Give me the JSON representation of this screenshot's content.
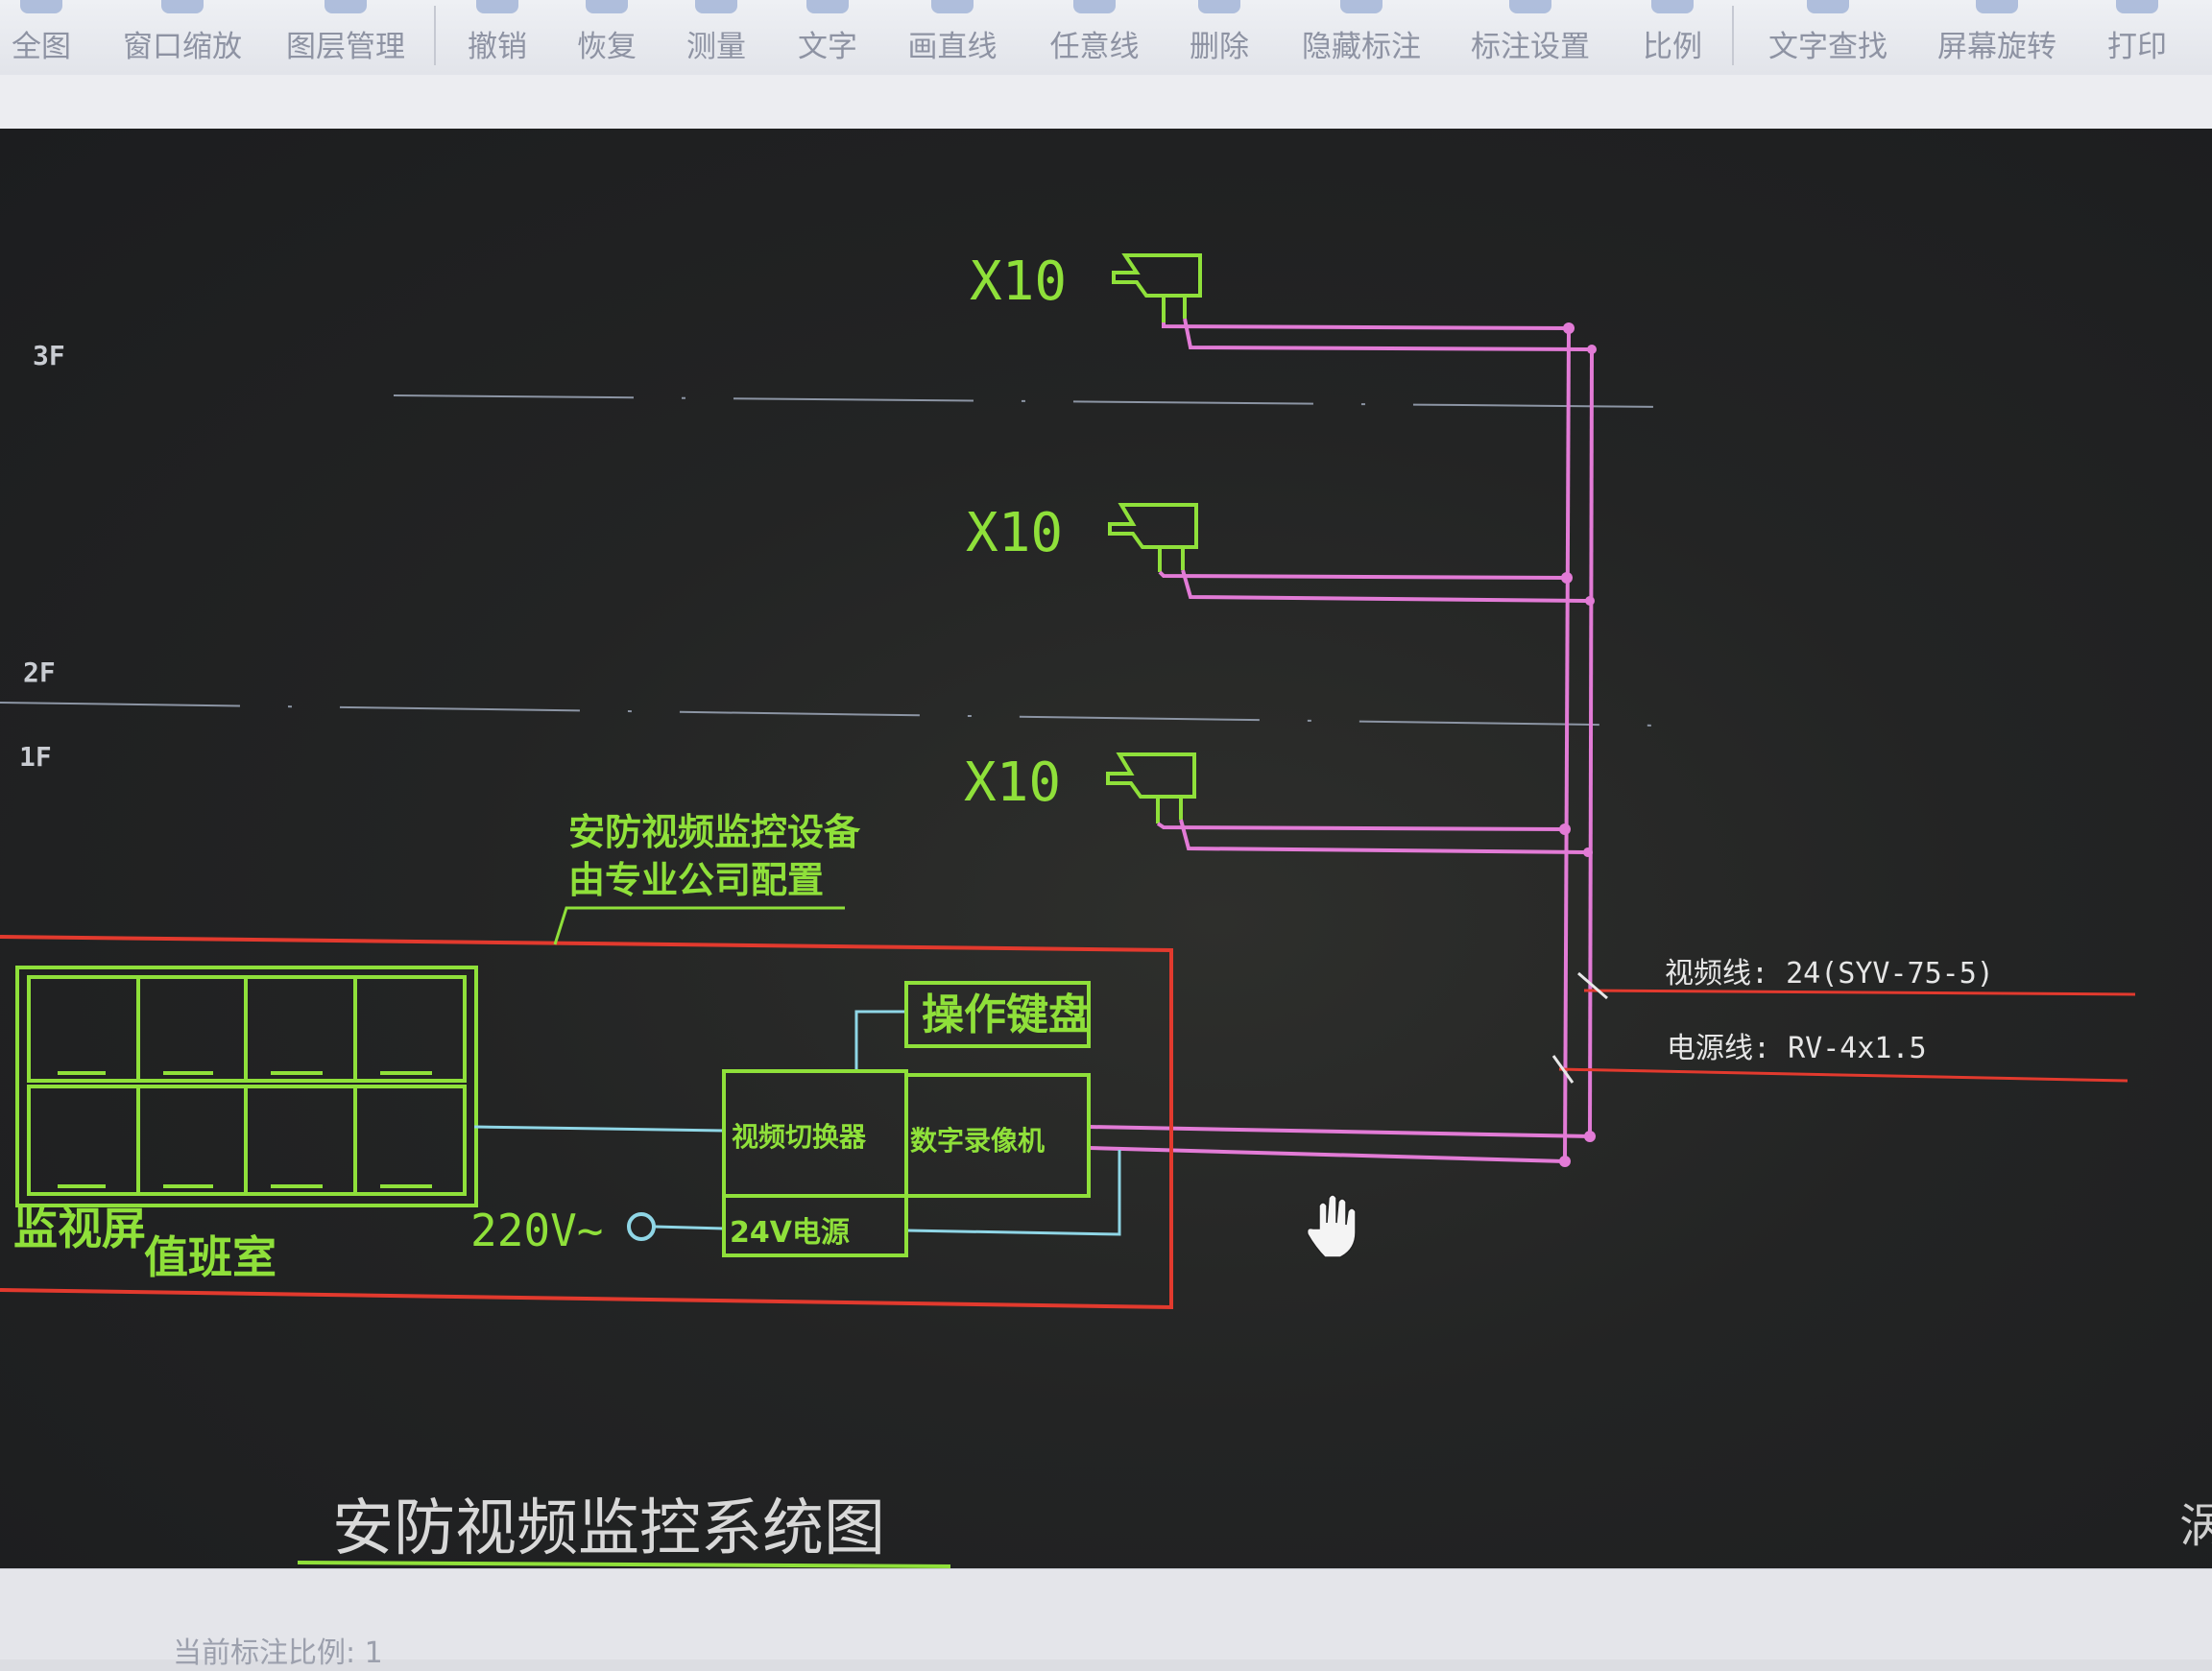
{
  "toolbar": {
    "items": [
      {
        "label": "全图",
        "icon": "fit-all-icon"
      },
      {
        "label": "窗口缩放",
        "icon": "window-zoom-icon"
      },
      {
        "label": "图层管理",
        "icon": "layers-icon"
      },
      {
        "label": "撤销",
        "icon": "undo-icon"
      },
      {
        "label": "恢复",
        "icon": "redo-icon"
      },
      {
        "label": "测量",
        "icon": "measure-icon"
      },
      {
        "label": "文字",
        "icon": "text-icon"
      },
      {
        "label": "画直线",
        "icon": "line-icon"
      },
      {
        "label": "任意线",
        "icon": "freehand-icon"
      },
      {
        "label": "删除",
        "icon": "delete-icon"
      },
      {
        "label": "隐藏标注",
        "icon": "hide-annotation-icon"
      },
      {
        "label": "标注设置",
        "icon": "annotation-settings-icon"
      },
      {
        "label": "比例",
        "icon": "scale-icon"
      },
      {
        "label": "文字查找",
        "icon": "text-search-icon"
      },
      {
        "label": "屏幕旋转",
        "icon": "rotate-screen-icon"
      },
      {
        "label": "打印",
        "icon": "print-icon"
      }
    ]
  },
  "drawing": {
    "floors": {
      "f3": "3F",
      "f2": "2F",
      "f1": "1F"
    },
    "camera_count": "X10",
    "note_line1": "安防视频监控设备",
    "note_line2": "由专业公司配置",
    "monitor_label": "监视屏",
    "room_label": "值班室",
    "voltage_label": "220V~",
    "keyboard_label": "操作键盘",
    "switcher_label": "视频切换器",
    "matrix_label": "数字录像机",
    "power_label": "24V电源",
    "video_cable": "视频线: 24(SYV-75-5)",
    "power_cable": "电源线: RV-4x1.5",
    "title": "安防视频监控系统图",
    "edge_glyph": "涡"
  },
  "status": {
    "scale_label": "当前标注比例: 1"
  },
  "colors": {
    "cad_green": "#8fe03a",
    "cad_magenta": "#e27bd6",
    "cad_red": "#e23a2e",
    "cad_cyan": "#8fd6e6",
    "floor_line": "#9aa4b4"
  }
}
